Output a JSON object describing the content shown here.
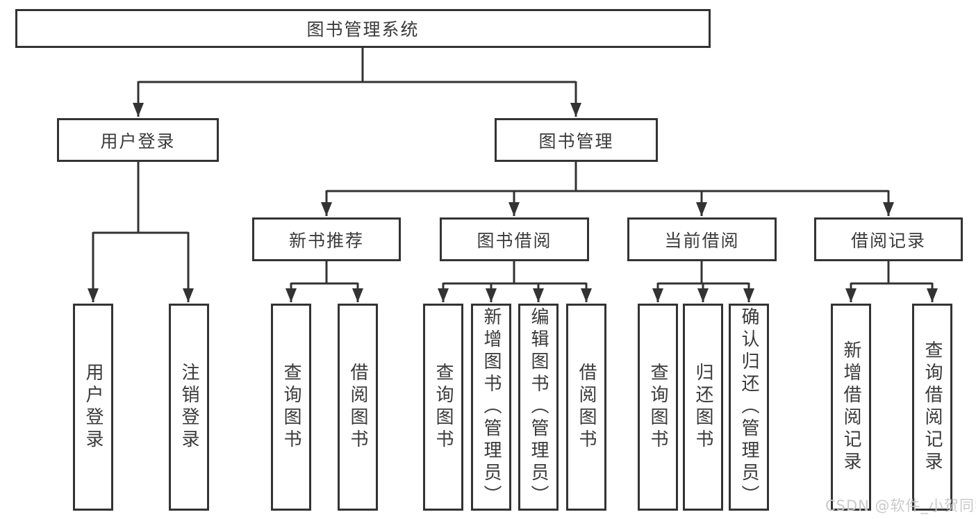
{
  "diagram": {
    "root": {
      "label": "图书管理系统"
    },
    "branches": [
      {
        "label": "用户登录",
        "children": [
          {
            "label": "用户登录"
          },
          {
            "label": "注销登录"
          }
        ]
      },
      {
        "label": "图书管理",
        "children": [
          {
            "label": "新书推荐",
            "children": [
              {
                "label": "查询图书"
              },
              {
                "label": "借阅图书"
              }
            ]
          },
          {
            "label": "图书借阅",
            "children": [
              {
                "label": "查询图书"
              },
              {
                "label": "新增图书（管理员）"
              },
              {
                "label": "编辑图书（管理员）"
              },
              {
                "label": "借阅图书"
              }
            ]
          },
          {
            "label": "当前借阅",
            "children": [
              {
                "label": "查询图书"
              },
              {
                "label": "归还图书"
              },
              {
                "label": "确认归还（管理员）"
              }
            ]
          },
          {
            "label": "借阅记录",
            "children": [
              {
                "label": "新增借阅记录"
              },
              {
                "label": "查询借阅记录"
              }
            ]
          }
        ]
      }
    ],
    "colors": {
      "line": "#333333",
      "text": "#3a3a3a",
      "background": "#ffffff",
      "watermark_text": "#c9c9c9"
    }
  },
  "watermark": {
    "text": "CSDN @软件_小贺同学"
  }
}
